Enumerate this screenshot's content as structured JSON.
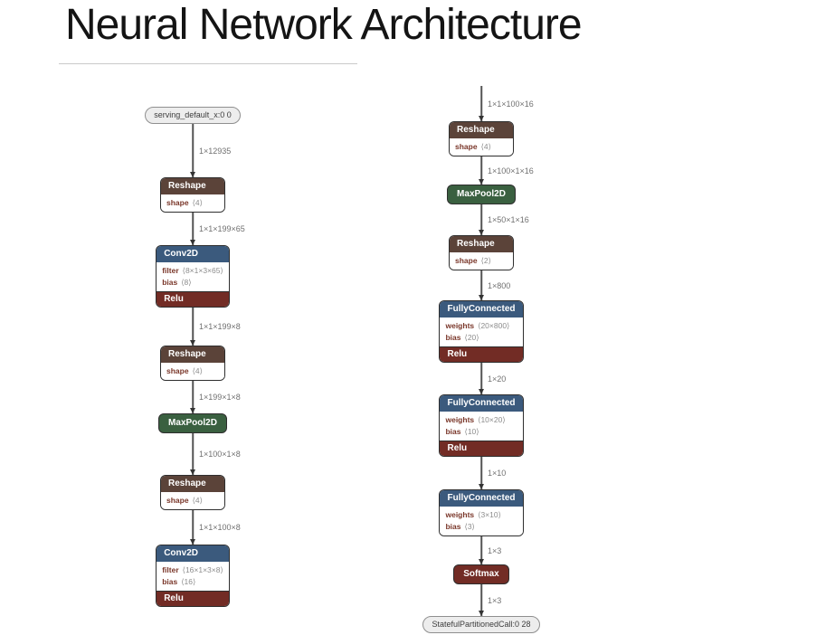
{
  "page": {
    "title": "Neural Network Architecture"
  },
  "colors": {
    "layer_blue": "#3b5a7d",
    "shape_brown": "#5b4339",
    "activation_maroon": "#722c25",
    "pool_green": "#3a6040",
    "edge_line": "#545454",
    "edge_label_text": "#707070",
    "pill_bg": "#ededed",
    "pill_border": "#8f8f8f",
    "attr_name_text": "#7a372a",
    "attr_value_text": "#8c8c8c",
    "node_border": "#2e2e2e",
    "title_text": "#141414"
  },
  "diagram": {
    "columns": [
      {
        "name": "left",
        "items": [
          {
            "kind": "pill",
            "label": "serving_default_x:0 0"
          },
          {
            "kind": "edge",
            "label": "1×12935"
          },
          {
            "kind": "block",
            "title": "Reshape",
            "color": "shape_brown",
            "attrs": [
              {
                "name": "shape",
                "value": "⟨4⟩"
              }
            ]
          },
          {
            "kind": "edge",
            "label": "1×1×199×65"
          },
          {
            "kind": "block",
            "title": "Conv2D",
            "color": "layer_blue",
            "attrs": [
              {
                "name": "filter",
                "value": "⟨8×1×3×65⟩"
              },
              {
                "name": "bias",
                "value": "⟨8⟩"
              }
            ],
            "footer": "Relu"
          },
          {
            "kind": "edge",
            "label": "1×1×199×8"
          },
          {
            "kind": "block",
            "title": "Reshape",
            "color": "shape_brown",
            "attrs": [
              {
                "name": "shape",
                "value": "⟨4⟩"
              }
            ]
          },
          {
            "kind": "edge",
            "label": "1×199×1×8"
          },
          {
            "kind": "chip",
            "label": "MaxPool2D",
            "color": "pool_green"
          },
          {
            "kind": "edge",
            "label": "1×100×1×8"
          },
          {
            "kind": "block",
            "title": "Reshape",
            "color": "shape_brown",
            "attrs": [
              {
                "name": "shape",
                "value": "⟨4⟩"
              }
            ]
          },
          {
            "kind": "edge",
            "label": "1×1×100×8"
          },
          {
            "kind": "block",
            "title": "Conv2D",
            "color": "layer_blue",
            "attrs": [
              {
                "name": "filter",
                "value": "⟨16×1×3×8⟩"
              },
              {
                "name": "bias",
                "value": "⟨16⟩"
              }
            ],
            "footer": "Relu"
          }
        ]
      },
      {
        "name": "right",
        "items": [
          {
            "kind": "edge",
            "label": "1×1×100×16"
          },
          {
            "kind": "block",
            "title": "Reshape",
            "color": "shape_brown",
            "attrs": [
              {
                "name": "shape",
                "value": "⟨4⟩"
              }
            ]
          },
          {
            "kind": "edge",
            "label": "1×100×1×16"
          },
          {
            "kind": "chip",
            "label": "MaxPool2D",
            "color": "pool_green"
          },
          {
            "kind": "edge",
            "label": "1×50×1×16"
          },
          {
            "kind": "block",
            "title": "Reshape",
            "color": "shape_brown",
            "attrs": [
              {
                "name": "shape",
                "value": "⟨2⟩"
              }
            ]
          },
          {
            "kind": "edge",
            "label": "1×800"
          },
          {
            "kind": "block",
            "title": "FullyConnected",
            "color": "layer_blue",
            "attrs": [
              {
                "name": "weights",
                "value": "⟨20×800⟩"
              },
              {
                "name": "bias",
                "value": "⟨20⟩"
              }
            ],
            "footer": "Relu"
          },
          {
            "kind": "edge",
            "label": "1×20"
          },
          {
            "kind": "block",
            "title": "FullyConnected",
            "color": "layer_blue",
            "attrs": [
              {
                "name": "weights",
                "value": "⟨10×20⟩"
              },
              {
                "name": "bias",
                "value": "⟨10⟩"
              }
            ],
            "footer": "Relu"
          },
          {
            "kind": "edge",
            "label": "1×10"
          },
          {
            "kind": "block",
            "title": "FullyConnected",
            "color": "layer_blue",
            "attrs": [
              {
                "name": "weights",
                "value": "⟨3×10⟩"
              },
              {
                "name": "bias",
                "value": "⟨3⟩"
              }
            ]
          },
          {
            "kind": "edge",
            "label": "1×3"
          },
          {
            "kind": "chip",
            "label": "Softmax",
            "color": "activation_maroon"
          },
          {
            "kind": "edge",
            "label": "1×3"
          },
          {
            "kind": "pill",
            "label": "StatefulPartitionedCall:0 28"
          }
        ]
      }
    ]
  }
}
